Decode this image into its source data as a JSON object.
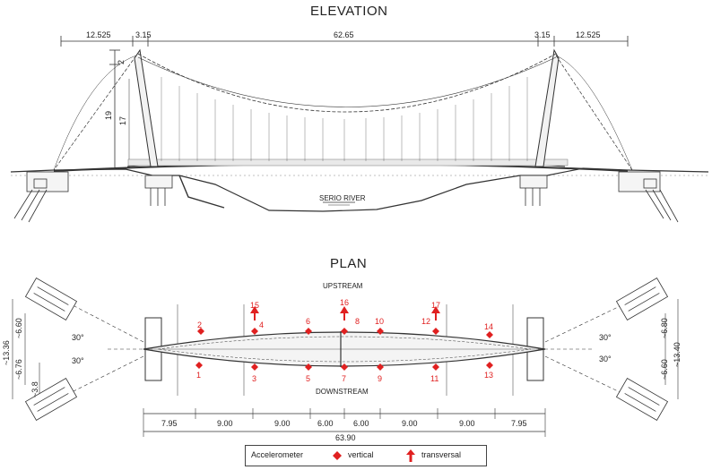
{
  "elevation": {
    "title": "ELEVATION",
    "dims_top": [
      "12.525",
      "3.15",
      "62.65",
      "3.15",
      "12.525"
    ],
    "dims_left": [
      "2",
      "19",
      "17"
    ],
    "river": "SERIO RIVER"
  },
  "plan": {
    "title": "PLAN",
    "upstream": "UPSTREAM",
    "downstream": "DOWNSTREAM",
    "left_dims": [
      "~13.36",
      "~6.60",
      "~6.76",
      "~3.8"
    ],
    "right_dims": [
      "~6.80",
      "~13.40",
      "~6.60"
    ],
    "angles": [
      "30°",
      "30°",
      "30°",
      "30°"
    ],
    "dims_bottom": [
      "7.95",
      "9.00",
      "9.00",
      "6.00",
      "6.00",
      "9.00",
      "9.00",
      "7.95"
    ],
    "total": "63.90",
    "vertical_sensors_upstream": [
      "2",
      "4",
      "6",
      "8",
      "10",
      "12",
      "14"
    ],
    "vertical_sensors_downstream": [
      "1",
      "3",
      "5",
      "7",
      "9",
      "11",
      "13"
    ],
    "transversal_sensors": [
      "15",
      "16",
      "17"
    ]
  },
  "legend": {
    "title": "Accelerometer",
    "vertical": "vertical",
    "transversal": "transversal"
  },
  "colors": {
    "sensor": "#e02020",
    "line": "#333333"
  }
}
